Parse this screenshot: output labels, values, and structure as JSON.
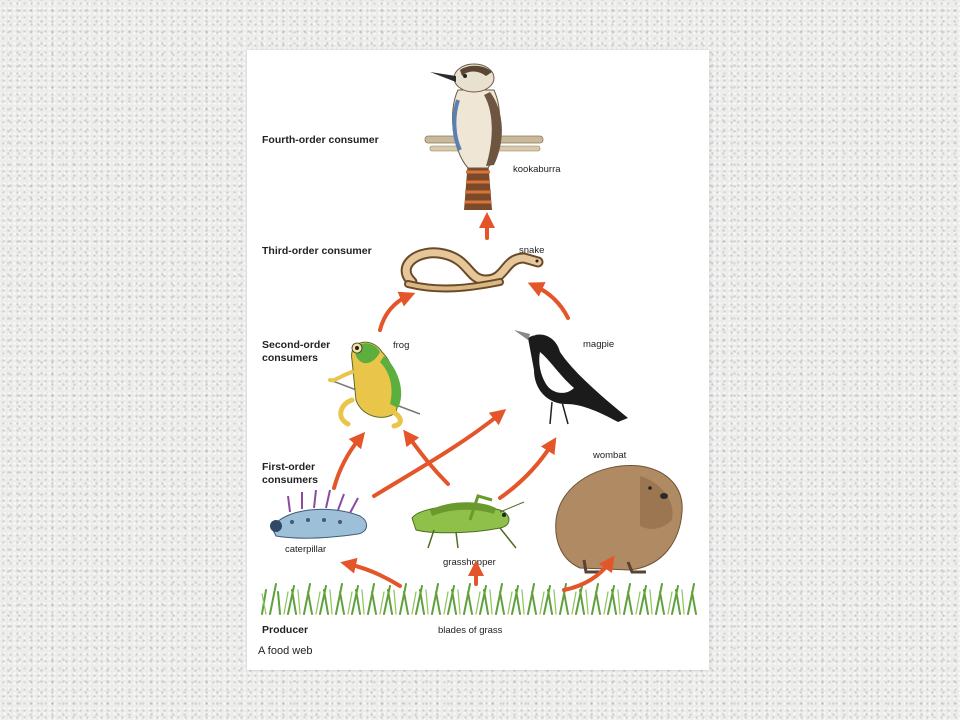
{
  "levels": {
    "fourth": "Fourth-order consumer",
    "third": "Third-order consumer",
    "second_line1": "Second-order",
    "second_line2": "consumers",
    "first_line1": "First-order",
    "first_line2": "consumers",
    "producer": "Producer"
  },
  "organisms": {
    "kookaburra": "kookaburra",
    "snake": "snake",
    "frog": "frog",
    "magpie": "magpie",
    "wombat": "wombat",
    "caterpillar": "caterpillar",
    "grasshopper": "grasshopper",
    "grass": "blades of grass"
  },
  "caption": "A food web",
  "colors": {
    "arrow": "#e4552a",
    "background": "#ececeb",
    "panel": "#ffffff"
  }
}
